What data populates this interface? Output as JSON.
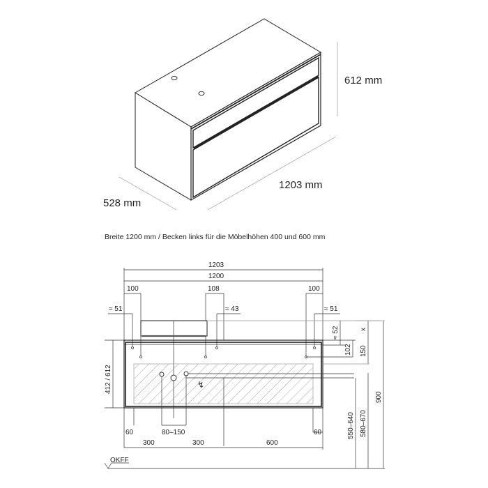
{
  "iso_view": {
    "height_label": "612 mm",
    "width_label": "1203 mm",
    "depth_label": "528 mm"
  },
  "caption": "Breite 1200 mm / Becken links für die Möbelhöhen 400 und 600 mm",
  "front_view": {
    "top_dims": {
      "overall_top": "1203",
      "overall_cabinet": "1200",
      "left_offset": "100",
      "center_offset": "108",
      "right_offset": "100",
      "left_approx": "≈ 51",
      "center_approx": "≈ 43",
      "right_approx": "≈ 51"
    },
    "left_dims": {
      "cabinet_height": "412 / 612"
    },
    "right_dims": {
      "approx_52": "≈ 52",
      "x": "x",
      "d102": "102",
      "d150": "150",
      "d900": "900",
      "range_550_640": "550–640",
      "range_580_670": "580–670"
    },
    "bottom_dims": {
      "left_60": "60",
      "right_60": "60",
      "range_80_150": "80–150",
      "d300_a": "300",
      "d300_b": "300",
      "d600": "600"
    },
    "floor_label": "OKFF"
  },
  "icons": {
    "power": "↯"
  }
}
